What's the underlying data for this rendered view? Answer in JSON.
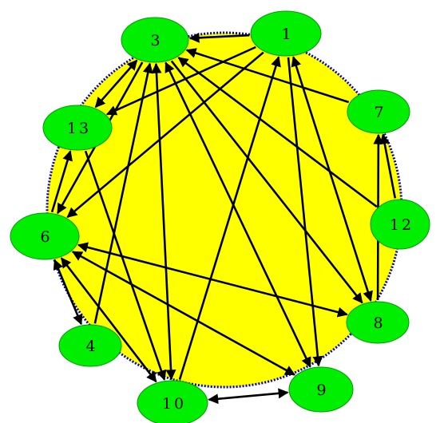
{
  "colors": {
    "background": "#ffffff",
    "circle_fill": "#ffff00",
    "circle_border": "#0000cc",
    "node_fill": "#00ee00",
    "node_stroke": "#009900",
    "edge": "#000000",
    "label": "#000000"
  },
  "nodes": [
    {
      "id": "1",
      "label": "1"
    },
    {
      "id": "3",
      "label": "3"
    },
    {
      "id": "7",
      "label": "7"
    },
    {
      "id": "13",
      "label": "13"
    },
    {
      "id": "12",
      "label": "12"
    },
    {
      "id": "6",
      "label": "6"
    },
    {
      "id": "8",
      "label": "8"
    },
    {
      "id": "4",
      "label": "4"
    },
    {
      "id": "9",
      "label": "9"
    },
    {
      "id": "10",
      "label": "10"
    }
  ],
  "edges": [
    {
      "from": "1",
      "to": "3",
      "kind": "forward"
    },
    {
      "from": "1",
      "to": "13",
      "kind": "forward"
    },
    {
      "from": "1",
      "to": "6",
      "kind": "forward"
    },
    {
      "from": "1",
      "to": "8",
      "kind": "both"
    },
    {
      "from": "1",
      "to": "9",
      "kind": "forward"
    },
    {
      "from": "10",
      "to": "1",
      "kind": "forward"
    },
    {
      "from": "3",
      "to": "13",
      "kind": "both"
    },
    {
      "from": "3",
      "to": "6",
      "kind": "forward"
    },
    {
      "from": "3",
      "to": "8",
      "kind": "forward"
    },
    {
      "from": "3",
      "to": "9",
      "kind": "both"
    },
    {
      "from": "3",
      "to": "10",
      "kind": "both"
    },
    {
      "from": "7",
      "to": "3",
      "kind": "forward"
    },
    {
      "from": "12",
      "to": "3",
      "kind": "forward"
    },
    {
      "from": "12",
      "to": "7",
      "kind": "forward"
    },
    {
      "from": "8",
      "to": "7",
      "kind": "forward"
    },
    {
      "from": "6",
      "to": "13",
      "kind": "forward"
    },
    {
      "from": "13",
      "to": "10",
      "kind": "forward"
    },
    {
      "from": "6",
      "to": "8",
      "kind": "both"
    },
    {
      "from": "6",
      "to": "9",
      "kind": "both"
    },
    {
      "from": "6",
      "to": "10",
      "kind": "both"
    },
    {
      "from": "6",
      "to": "4",
      "kind": "both"
    },
    {
      "from": "4",
      "to": "3",
      "kind": "forward"
    },
    {
      "from": "10",
      "to": "9",
      "kind": "both"
    }
  ]
}
